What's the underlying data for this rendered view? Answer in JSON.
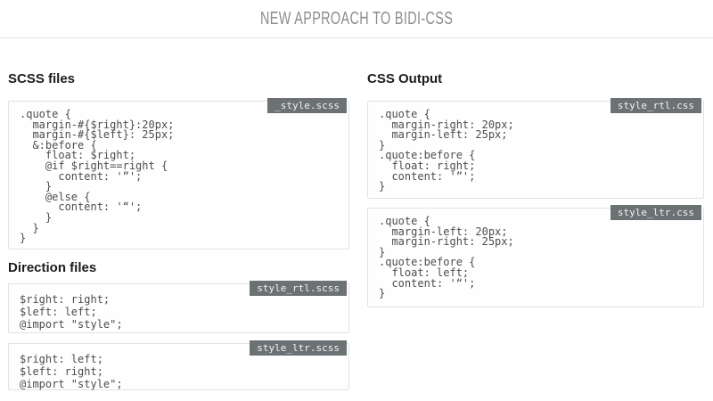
{
  "title": "NEW APPROACH TO BIDI-CSS",
  "sections": {
    "scss_files": {
      "heading": "SCSS files",
      "blocks": [
        {
          "filename": "_style.scss",
          "code": ".quote {\n  margin-#{$right}:20px;\n  margin-#{$left}: 25px;\n  &:before {\n    float: $right;\n    @if $right==right {\n      content: '”';\n    }\n    @else {\n      content: '“';\n    }\n  }\n}"
        }
      ]
    },
    "direction_files": {
      "heading": "Direction files",
      "blocks": [
        {
          "filename": "style_rtl.scss",
          "code": "$right: right;\n$left: left;\n@import \"style\";"
        },
        {
          "filename": "style_ltr.scss",
          "code": "$right: left;\n$left: right;\n@import \"style\";"
        }
      ]
    },
    "css_output": {
      "heading": "CSS Output",
      "blocks": [
        {
          "filename": "style_rtl.css",
          "code": ".quote {\n  margin-right: 20px;\n  margin-left: 25px;\n}\n.quote:before {\n  float: right;\n  content: '”';\n}"
        },
        {
          "filename": "style_ltr.css",
          "code": ".quote {\n  margin-left: 20px;\n  margin-right: 25px;\n}\n.quote:before {\n  float: left;\n  content: '“';\n}"
        }
      ]
    }
  },
  "colors": {
    "file_tab_background": "#6c7174",
    "file_tab_text": "#f2f2f2",
    "code_text": "#4d4d4d",
    "block_border": "#e2e2e2",
    "title_text": "#8d8d8d",
    "heading_text": "#1c1c1c"
  }
}
